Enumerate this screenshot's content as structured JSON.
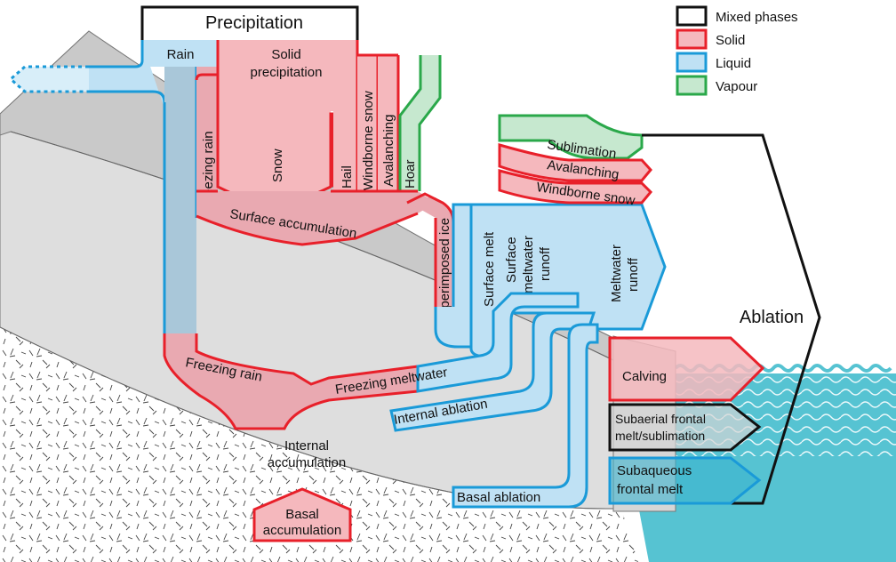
{
  "colors": {
    "mixed": "#111111",
    "solid": "#e8202a",
    "solid_fill": "#f5b8bd",
    "liquid": "#1a9ad8",
    "liquid_fill": "#bfe1f4",
    "vapour": "#2aa84a",
    "vapour_fill": "#c6e8cf",
    "glacier": "#dedede",
    "water": "#56c3d2"
  },
  "legend": [
    {
      "label": "Mixed phases",
      "key": "mixed"
    },
    {
      "label": "Solid",
      "key": "solid"
    },
    {
      "label": "Liquid",
      "key": "liquid"
    },
    {
      "label": "Vapour",
      "key": "vapour"
    }
  ],
  "labels": {
    "precipitation": "Precipitation",
    "rain": "Rain",
    "solid_precip_1": "Solid",
    "solid_precip_2": "precipitation",
    "freezing_rain_top": "Freezing rain",
    "snow": "Snow",
    "hail": "Hail",
    "windborne_snow_top": "Windborne snow",
    "avalanching_top": "Avalanching",
    "hoar": "Hoar",
    "surface_accumulation": "Surface accumulation",
    "superimposed_ice": "Superimposed ice",
    "surface_melt": "Surface melt",
    "surface_meltwater_runoff_1": "Surface",
    "surface_meltwater_runoff_2": "meltwater",
    "surface_meltwater_runoff_3": "runoff",
    "meltwater_runoff_1": "Meltwater",
    "meltwater_runoff_2": "runoff",
    "sublimation": "Sublimation",
    "avalanching_right": "Avalanching",
    "windborne_snow_right": "Windborne snow",
    "ablation": "Ablation",
    "freezing_rain_bottom": "Freezing rain",
    "freezing_meltwater": "Freezing meltwater",
    "internal_ablation": "Internal ablation",
    "internal_accumulation_1": "Internal",
    "internal_accumulation_2": "accumulation",
    "calving": "Calving",
    "subaerial_1": "Subaerial frontal",
    "subaerial_2": "melt/sublimation",
    "subaqueous_1": "Subaqueous",
    "subaqueous_2": "frontal melt",
    "basal_ablation": "Basal ablation",
    "basal_accumulation_1": "Basal",
    "basal_accumulation_2": "accumulation"
  }
}
